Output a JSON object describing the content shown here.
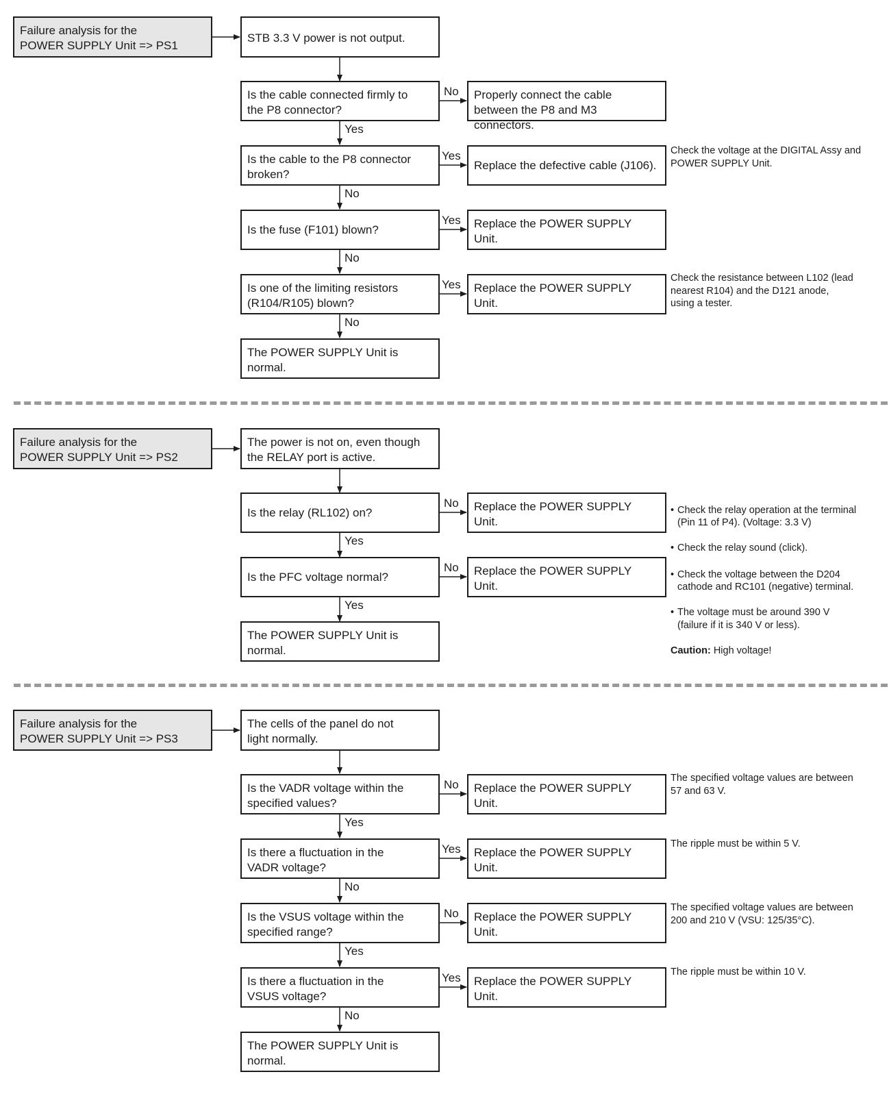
{
  "ps1": {
    "header": "Failure analysis for the\nPOWER SUPPLY Unit => PS1",
    "start": "STB 3.3 V power is not output.",
    "q1": "Is the cable connected firmly to\nthe P8 connector?",
    "q1_branch": "No",
    "a1": "Properly connect the cable\nbetween the P8 and M3 connectors.",
    "q1_next": "Yes",
    "q2": "Is the cable to the P8 connector\nbroken?",
    "q2_branch": "Yes",
    "a2": "Replace the defective cable (J106).",
    "note2": "Check the voltage at the DIGITAL Assy and\nPOWER SUPPLY Unit.",
    "q2_next": "No",
    "q3": "Is the fuse (F101) blown?",
    "q3_branch": "Yes",
    "a3": "Replace the POWER SUPPLY\nUnit.",
    "q3_next": "No",
    "q4": "Is one of the limiting resistors\n(R104/R105) blown?",
    "q4_branch": "Yes",
    "a4": "Replace the POWER SUPPLY\nUnit.",
    "note4": "Check the resistance between L102 (lead\nnearest R104) and the D121 anode,\nusing a tester.",
    "q4_next": "No",
    "end": "The POWER SUPPLY Unit is\nnormal."
  },
  "ps2": {
    "header": "Failure analysis for the\nPOWER SUPPLY Unit => PS2",
    "start": "The power is not on, even though\nthe RELAY port is active.",
    "q1": "Is the relay (RL102) on?",
    "q1_branch": "No",
    "a1": "Replace the POWER SUPPLY\nUnit.",
    "note1_b1": "Check the relay operation at the terminal\n(Pin 11 of P4). (Voltage: 3.3 V)",
    "note1_b2": "Check the relay sound (click).",
    "q1_next": "Yes",
    "q2": "Is the PFC voltage normal?",
    "q2_branch": "No",
    "a2": "Replace the POWER SUPPLY\nUnit.",
    "note2_b1": "Check the voltage between the D204\ncathode and RC101 (negative) terminal.",
    "note2_b2": "The voltage must be around 390 V\n(failure if it is 340 V or less).",
    "note2_caution_label": "Caution:",
    "note2_caution_text": " High voltage!",
    "q2_next": "Yes",
    "end": "The POWER SUPPLY Unit is\nnormal."
  },
  "ps3": {
    "header": "Failure analysis for the\nPOWER SUPPLY Unit => PS3",
    "start": "The cells of the panel do not\nlight normally.",
    "q1": "Is the VADR voltage within the\nspecified values?",
    "q1_branch": "No",
    "a1": "Replace the POWER SUPPLY\nUnit.",
    "note1": "The specified voltage values are between\n57 and 63 V.",
    "q1_next": "Yes",
    "q2": "Is there a fluctuation in the\nVADR voltage?",
    "q2_branch": "Yes",
    "a2": "Replace the POWER SUPPLY\nUnit.",
    "note2": "The ripple must be within 5 V.",
    "q2_next": "No",
    "q3": "Is the VSUS voltage within the\nspecified range?",
    "q3_branch": "No",
    "a3": "Replace the POWER SUPPLY\nUnit.",
    "note3": "The specified voltage values are between\n200 and 210 V (VSU: 125/35°C).",
    "q3_next": "Yes",
    "q4": "Is there a fluctuation in the\nVSUS voltage?",
    "q4_branch": "Yes",
    "a4": "Replace the POWER SUPPLY\nUnit.",
    "note4": "The ripple must be within 10 V.",
    "q4_next": "No",
    "end": "The POWER SUPPLY Unit is\nnormal."
  }
}
